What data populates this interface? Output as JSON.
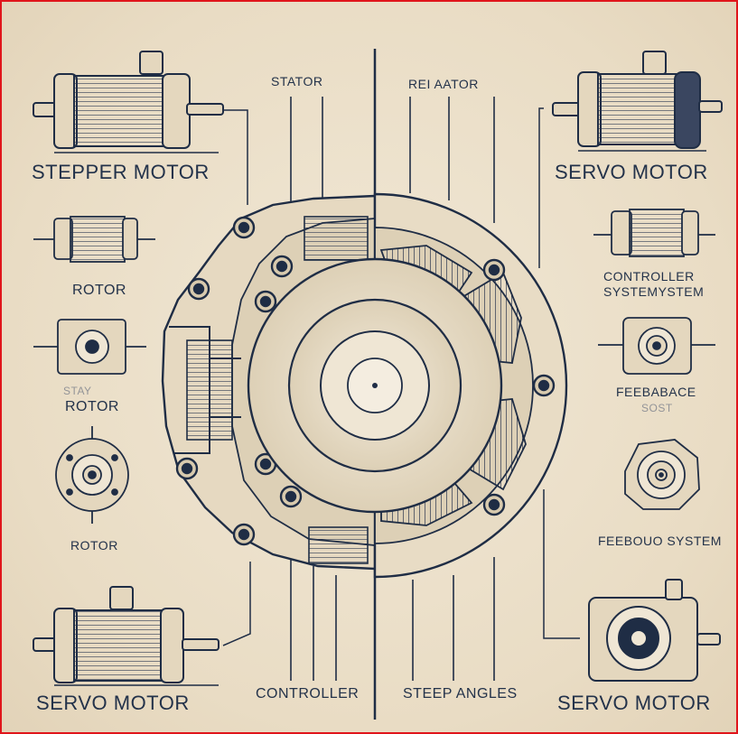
{
  "labels": {
    "stepper_motor": "STEPPER MOTOR",
    "servo_motor_top_right": "SERVO MOTOR",
    "servo_motor_bottom_left": "SERVO MOTOR",
    "servo_motor_bottom_right": "SERVO MOTOR",
    "stator": "STATOR",
    "rei_aator": "REI AATOR",
    "rotor_1": "ROTOR",
    "stay": "STAY",
    "rotor_2": "ROTOR",
    "rotor_3": "ROTOR",
    "controller_line1": "CONTROLLER",
    "controller_line2": "SYSTEMYSTEM",
    "feebabace": "FEEBABACE",
    "sost": "SOST",
    "feeboud_system": "FEEBOUO SYSTEM",
    "controller_bottom": "CONTROLLER",
    "steep_angles": "STEEP ANGLES"
  },
  "colors": {
    "ink": "#1f2d45",
    "paper": "#ece1cd",
    "frame": "#e0151b"
  }
}
